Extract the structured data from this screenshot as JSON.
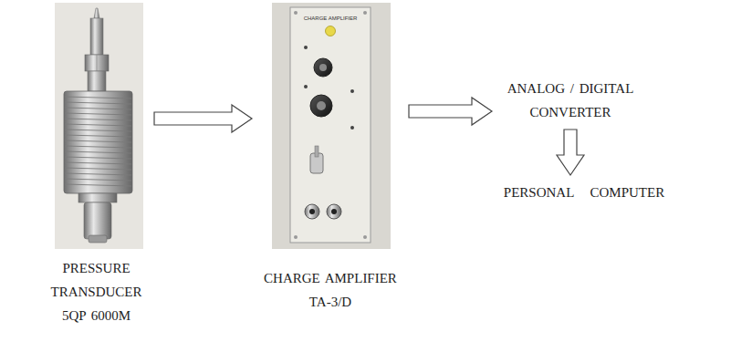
{
  "diagram": {
    "nodes": [
      {
        "text": [
          "PRESSURE TRANSDUCER 5QP 6000M"
        ]
      },
      {
        "text": [
          "CHARGE AMPLIFIER TA-3/D"
        ]
      },
      {
        "text": [
          "ANALOG / DIGITAL CONVERTER"
        ]
      },
      {
        "text": [
          "PERSONAL COMPUTER"
        ]
      }
    ],
    "edges": [
      {
        "from": 0,
        "to": 1,
        "arrow": "to"
      },
      {
        "from": 1,
        "to": 2,
        "arrow": "to"
      },
      {
        "from": 2,
        "to": 3,
        "arrow": "to"
      }
    ],
    "labels": [
      "CHARGE AMPLIFIER"
    ]
  }
}
